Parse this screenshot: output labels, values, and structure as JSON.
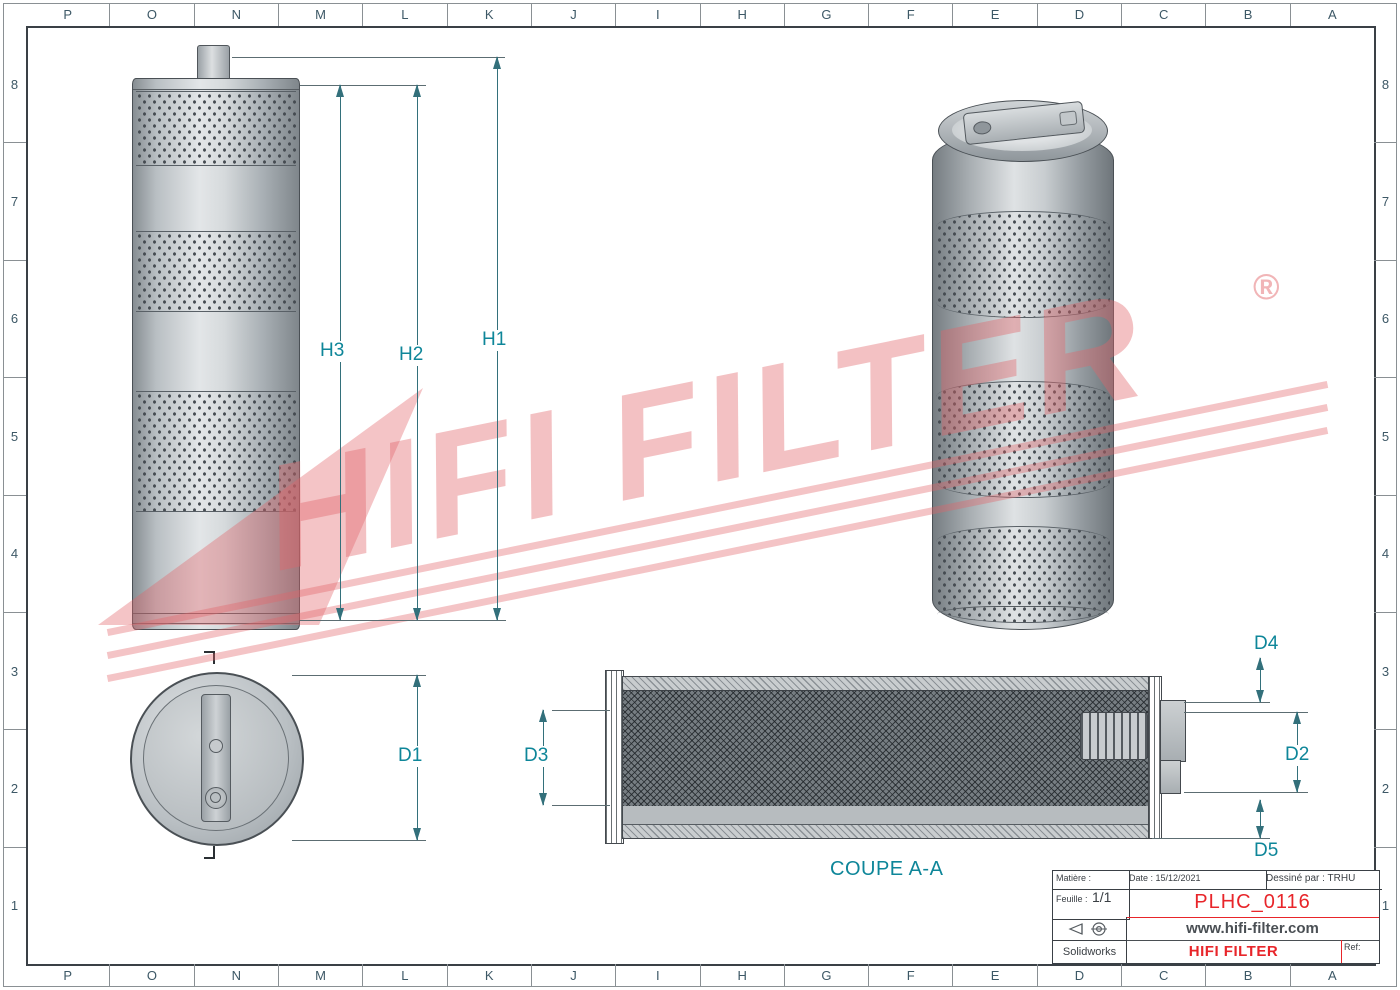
{
  "sheet": {
    "grid_letters": [
      "P",
      "O",
      "N",
      "M",
      "L",
      "K",
      "J",
      "I",
      "H",
      "G",
      "F",
      "E",
      "D",
      "C",
      "B",
      "A"
    ],
    "grid_numbers": [
      "8",
      "7",
      "6",
      "5",
      "4",
      "3",
      "2",
      "1"
    ]
  },
  "dimensions": {
    "h1": "H1",
    "h2": "H2",
    "h3": "H3",
    "d1": "D1",
    "d2": "D2",
    "d3": "D3",
    "d4": "D4",
    "d5": "D5"
  },
  "section": {
    "label": "COUPE A-A"
  },
  "watermark": {
    "text": "HIFI FILTER",
    "registered": "®"
  },
  "title_block": {
    "matiere": "Matière :",
    "date": "Date : 15/12/2021",
    "dessine_par": "Dessiné par : TRHU",
    "feuille_label": "Feuille :",
    "feuille_value": "1/1",
    "part_number": "PLHC_0116",
    "website": "www.hifi-filter.com",
    "ref_label": "Ref:",
    "software": "Solidworks",
    "brand": "HIFI FILTER"
  },
  "colors": {
    "accent_red": "#e8252a",
    "dimension_teal": "#0e8699",
    "watermark_pink": "#e26468",
    "metal_gray": "#b9bfc3"
  }
}
